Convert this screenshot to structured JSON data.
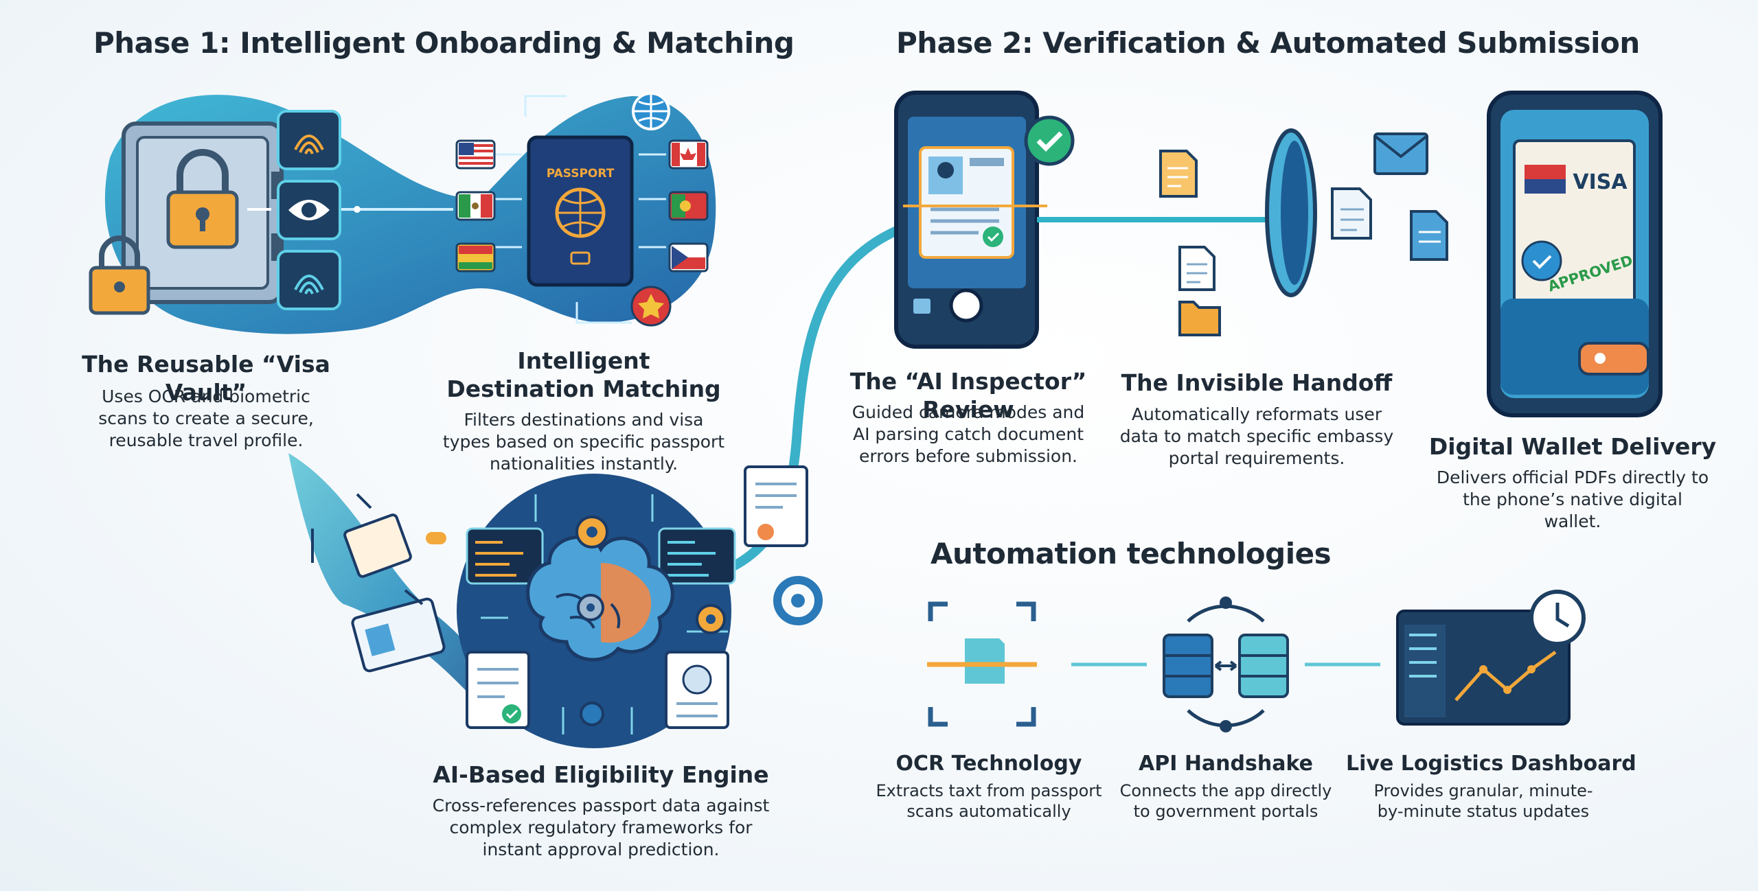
{
  "phase1": {
    "title": "Phase 1: Intelligent Onboarding & Matching",
    "steps": [
      {
        "title": "The Reusable “Visa Vault”",
        "desc": "Uses OCR and biometric scans to create a secure, reusable travel profile."
      },
      {
        "title": "Intelligent Destination Matching",
        "desc": "Filters destinations and visa types based on specific passport nationalities instantly."
      },
      {
        "title": "AI-Based Eligibility Engine",
        "desc": "Cross-references passport data against complex regulatory frameworks for instant approval prediction."
      }
    ]
  },
  "phase2": {
    "title": "Phase 2: Verification & Automated Submission",
    "steps": [
      {
        "title": "The “AI Inspector” Review",
        "desc": "Guided camera modes and AI parsing catch document errors before submission."
      },
      {
        "title": "The Invisible Handoff",
        "desc": "Automatically reformats user data to match specific embassy portal requirements."
      },
      {
        "title": "Digital Wallet Delivery",
        "desc": "Delivers official PDFs directly to the phone’s native digital wallet."
      }
    ]
  },
  "automation": {
    "title": "Automation technologies",
    "items": [
      {
        "title": "OCR Technology",
        "desc": "Extracts taxt from passport scans automatically"
      },
      {
        "title": "API Handshake",
        "desc": "Connects the app directly to government portals"
      },
      {
        "title": "Live Logistics Dashboard",
        "desc": "Provides granular, minute-by-minute status updates"
      }
    ]
  },
  "illustration_text": {
    "passport": "PASSPORT",
    "visa": "VISA",
    "approved": "APPROVED"
  },
  "colors": {
    "teal": "#2fb3c8",
    "navy": "#1f4f7a",
    "blue": "#3b79b8",
    "orange": "#f2a43a",
    "green": "#2bb37a"
  }
}
